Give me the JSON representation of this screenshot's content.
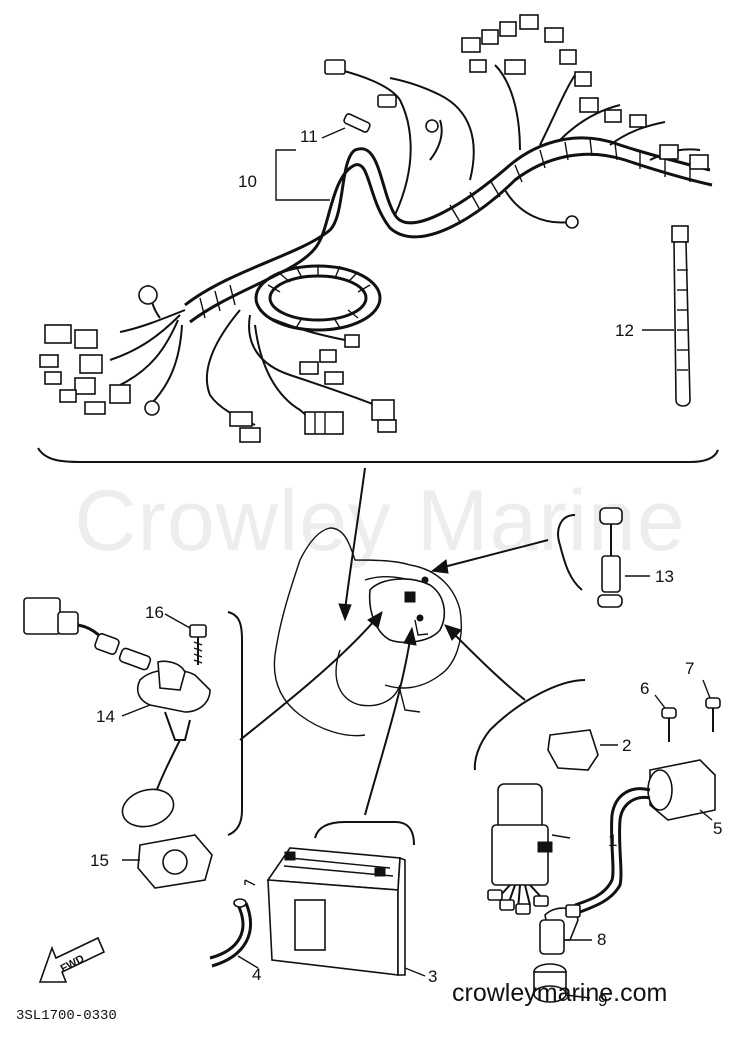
{
  "watermark": "Crowley Marine",
  "website": "crowleymarine.com",
  "drawing_code": "3SL1700-0330",
  "fwd_label": "FWD",
  "callouts": {
    "c1": "1",
    "c2": "2",
    "c3": "3",
    "c4": "4",
    "c5": "5",
    "c6": "6",
    "c7": "7",
    "c8": "8",
    "c9": "9",
    "c10": "10",
    "c11": "11",
    "c12": "12",
    "c13": "13",
    "c14": "14",
    "c15": "15",
    "c16": "16"
  }
}
